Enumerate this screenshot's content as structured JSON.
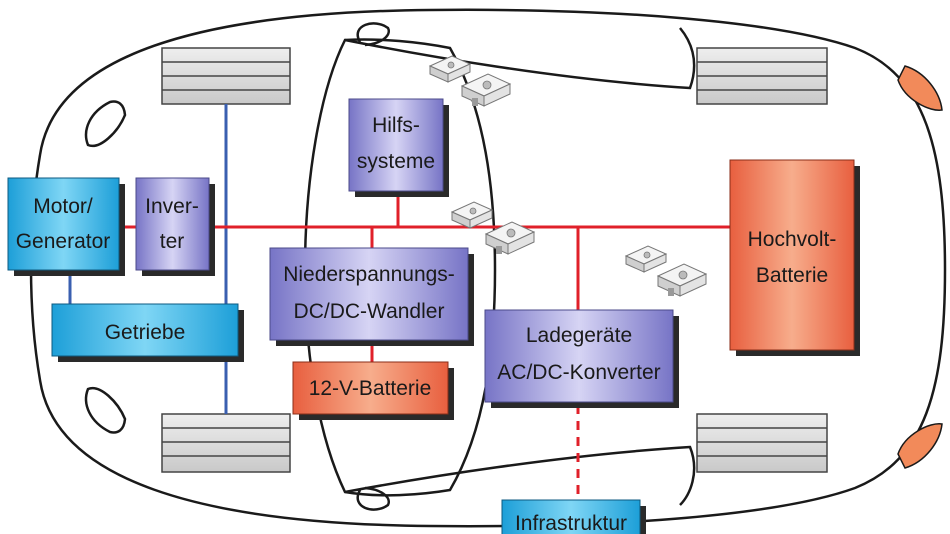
{
  "diagram": {
    "nodes": {
      "motor_generator": [
        "Motor/",
        "Generator"
      ],
      "inverter": [
        "Inver-",
        "ter"
      ],
      "getriebe": [
        "Getriebe"
      ],
      "hilfssysteme": [
        "Hilfs-",
        "systeme"
      ],
      "dcdc_wandler": [
        "Niederspannungs-",
        "DC/DC-Wandler"
      ],
      "batterie_12v": [
        "12-V-Batterie"
      ],
      "ladegeraete": [
        "Ladegeräte",
        "AC/DC-Konverter"
      ],
      "hochvolt_batterie": [
        "Hochvolt-",
        "Batterie"
      ],
      "infrastruktur": [
        "Infrastruktur"
      ]
    },
    "colors": {
      "cyan_box": "#2bb5e6",
      "violet_box": "#8e8cd2",
      "orange_box": "#f07a5a",
      "hv_line": "#e0202a",
      "mech_line": "#3a5fb0",
      "car_outline": "#1a1a1a",
      "light": "#f28a5a"
    }
  }
}
